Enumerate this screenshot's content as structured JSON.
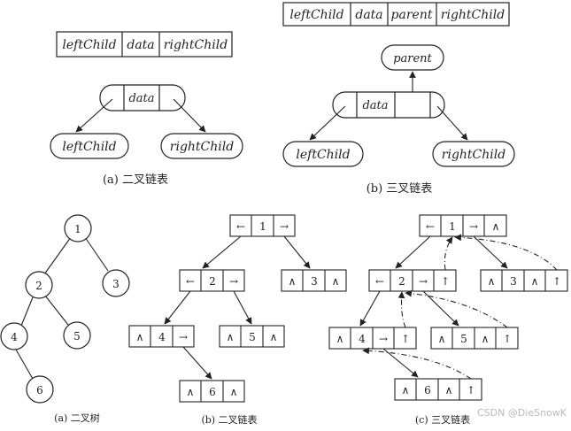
{
  "top_left": {
    "fields": [
      "leftChild",
      "data",
      "rightChild"
    ],
    "node_fields": [
      "",
      "data",
      ""
    ],
    "children": [
      "leftChild",
      "rightChild"
    ],
    "caption": "(a) 二叉链表"
  },
  "top_right": {
    "fields": [
      "leftChild",
      "data",
      "parent",
      "rightChild"
    ],
    "node_fields": [
      "",
      "data",
      "",
      ""
    ],
    "parent_label": "parent",
    "children": [
      "leftChild",
      "rightChild"
    ],
    "caption": "(b) 三叉链表"
  },
  "bottom_tree": {
    "nodes": [
      "1",
      "2",
      "3",
      "4",
      "5",
      "6"
    ],
    "caption": "(a) 二叉树"
  },
  "bottom_binary": {
    "node_1": [
      "←",
      "1",
      "→"
    ],
    "node_2": [
      "←",
      "2",
      "→"
    ],
    "node_3": [
      "∧",
      "3",
      "∧"
    ],
    "node_4": [
      "∧",
      "4",
      "→"
    ],
    "node_5": [
      "∧",
      "5",
      "∧"
    ],
    "node_6": [
      "∧",
      "6",
      "∧"
    ],
    "caption": "(b) 二叉链表"
  },
  "bottom_ternary": {
    "node_1": [
      "←",
      "1",
      "→",
      "∧"
    ],
    "node_2": [
      "←",
      "2",
      "→",
      "↑"
    ],
    "node_3": [
      "∧",
      "3",
      "∧",
      "↑"
    ],
    "node_4": [
      "∧",
      "4",
      "→",
      "↑"
    ],
    "node_5": [
      "∧",
      "5",
      "∧",
      "↑"
    ],
    "node_6": [
      "∧",
      "6",
      "∧",
      "↑"
    ],
    "caption": "(c) 三叉链表"
  },
  "watermark": "CSDN @DieSnowK"
}
